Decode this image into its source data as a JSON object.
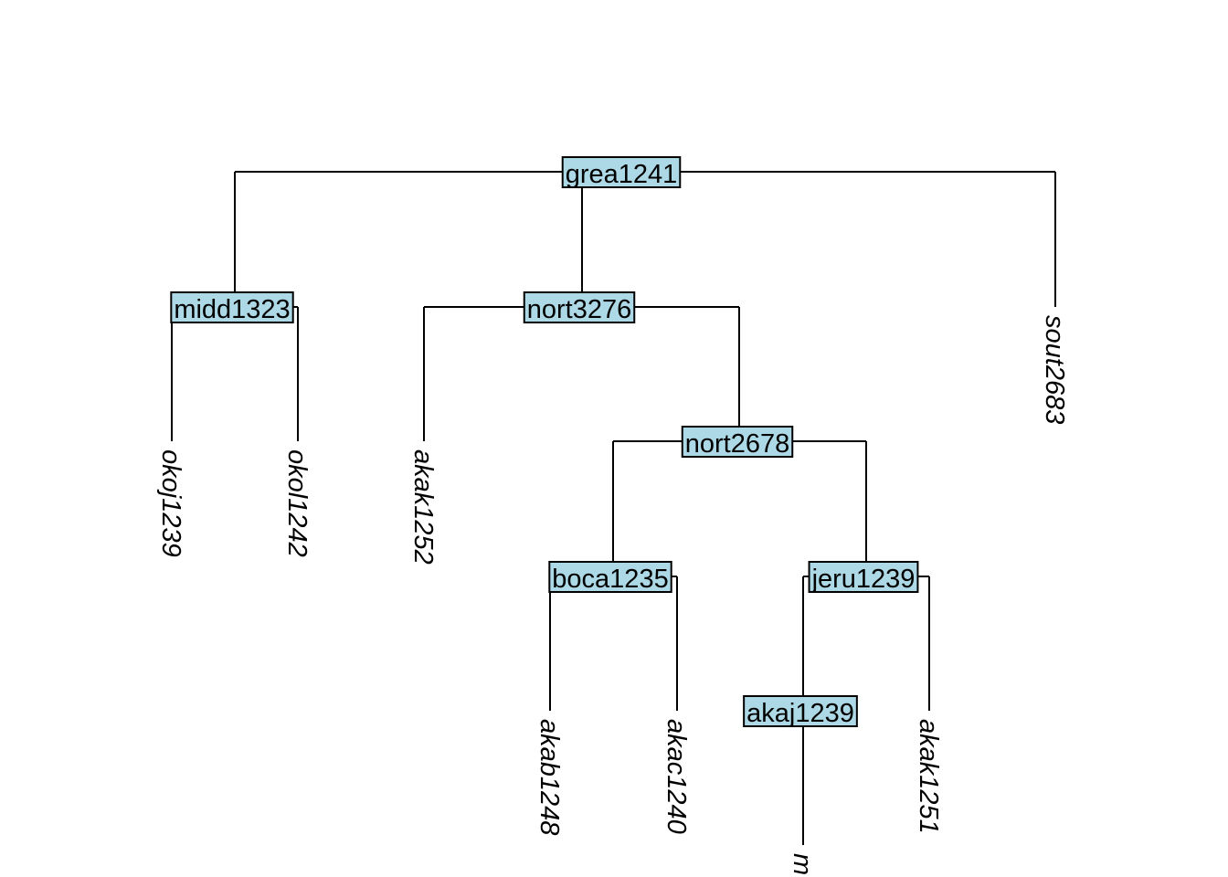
{
  "colors": {
    "node_fill": "#ADD8E6",
    "edge": "#000000"
  },
  "tree": {
    "root": "grea1241",
    "internal_nodes": [
      {
        "id": "grea1241",
        "children": [
          "midd1323",
          "nort3276",
          "sout2683"
        ]
      },
      {
        "id": "midd1323",
        "children": [
          "okoj1239",
          "okol1242"
        ]
      },
      {
        "id": "nort3276",
        "children": [
          "akak1252",
          "nort2678"
        ]
      },
      {
        "id": "nort2678",
        "children": [
          "boca1235",
          "jeru1239"
        ]
      },
      {
        "id": "boca1235",
        "children": [
          "akab1248",
          "akac1240"
        ]
      },
      {
        "id": "jeru1239",
        "children": [
          "akaj1239",
          "akak1251"
        ]
      },
      {
        "id": "akaj1239",
        "children": [
          "m"
        ]
      }
    ],
    "tips": [
      "okoj1239",
      "okol1242",
      "akak1252",
      "akab1248",
      "akac1240",
      "m",
      "akak1251",
      "sout2683"
    ]
  }
}
